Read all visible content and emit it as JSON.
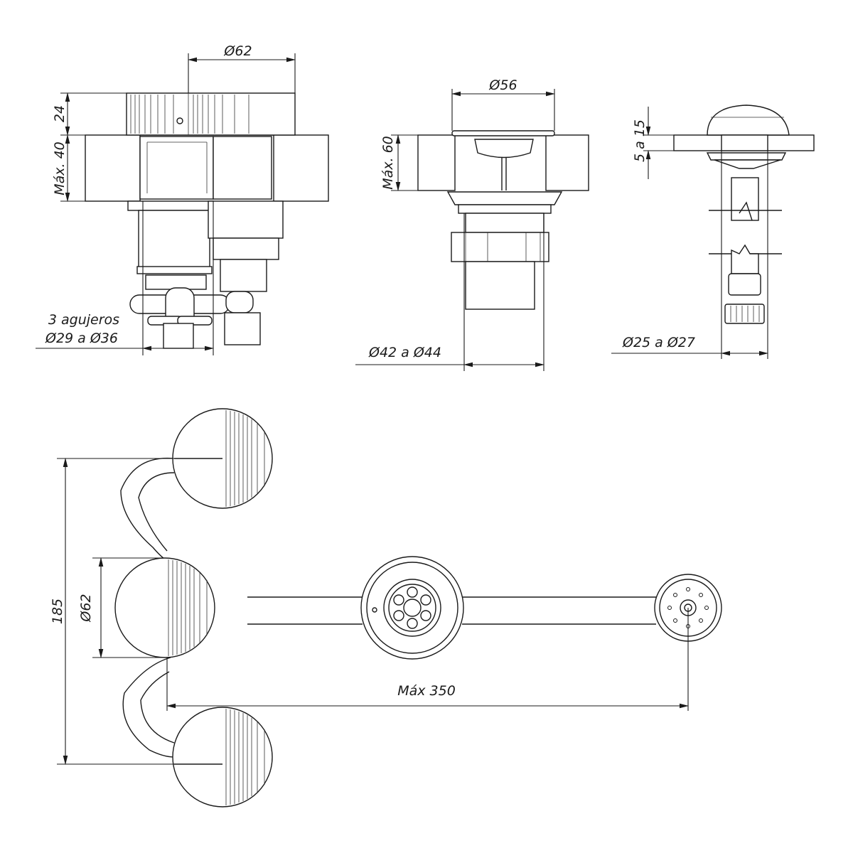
{
  "views": {
    "mixer_side": {
      "diameter_label": "Ø62",
      "height_label": "24",
      "max_thickness_label": "Máx. 40",
      "holes_label_line1": "3 agujeros",
      "holes_label_line2": "Ø29 a Ø36"
    },
    "drain_side": {
      "diameter_label": "Ø56",
      "max_thickness_label": "Máx. 60",
      "hole_label": "Ø42 a Ø44"
    },
    "popup_side": {
      "thickness_label": "5 a 15",
      "hole_label": "Ø25 a Ø27"
    },
    "plan_view": {
      "spacing_label": "185",
      "handle_diameter_label": "Ø62",
      "max_distance_label": "Máx 350"
    }
  },
  "colors": {
    "line": "#1a1a1a",
    "background": "#ffffff"
  }
}
